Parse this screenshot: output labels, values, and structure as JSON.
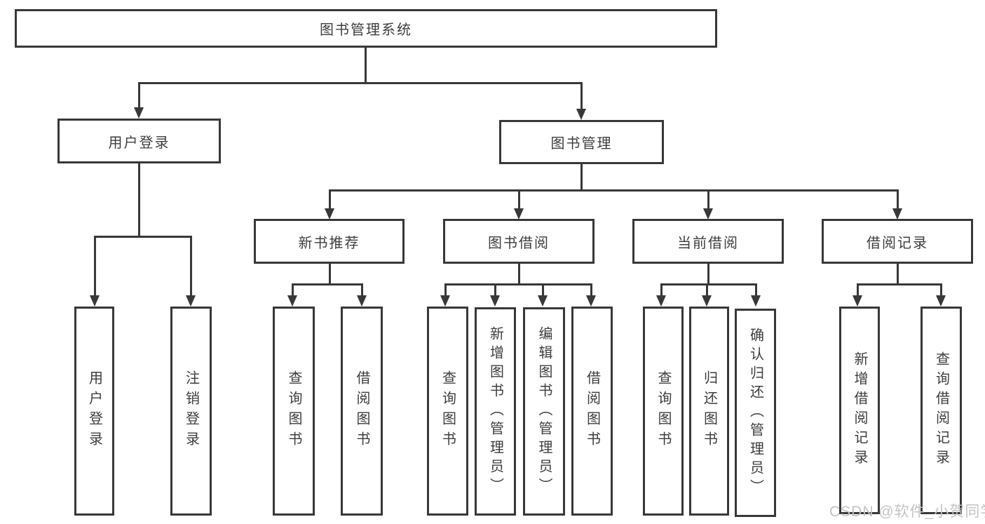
{
  "diagram_title": "图书管理系统",
  "tree": {
    "root": "图书管理系统",
    "user_login": "用户登录",
    "user_login_children": {
      "login": "用户登录",
      "logout": "注销登录"
    },
    "book_mgmt": "图书管理",
    "new_book_rec": "新书推荐",
    "new_book_rec_children": {
      "query_book": "查询图书",
      "borrow_book": "借阅图书"
    },
    "book_borrow": "图书借阅",
    "book_borrow_children": {
      "query_book": "查询图书",
      "add_book_admin": "新增图书（管理员）",
      "edit_book_admin": "编辑图书（管理员）",
      "borrow_book": "借阅图书"
    },
    "current_borrow": "当前借阅",
    "current_borrow_children": {
      "query_book": "查询图书",
      "return_book": "归还图书",
      "confirm_return_admin": "确认归还（管理员）"
    },
    "borrow_record": "借阅记录",
    "borrow_record_children": {
      "add_record": "新增借阅记录",
      "query_record": "查询借阅记录"
    }
  },
  "watermark": "CSDN @软件_小贺同学",
  "colors": {
    "line": "#383838",
    "text": "#3d3d3d",
    "watermark": "#c3c3c3",
    "background": "#ffffff"
  }
}
